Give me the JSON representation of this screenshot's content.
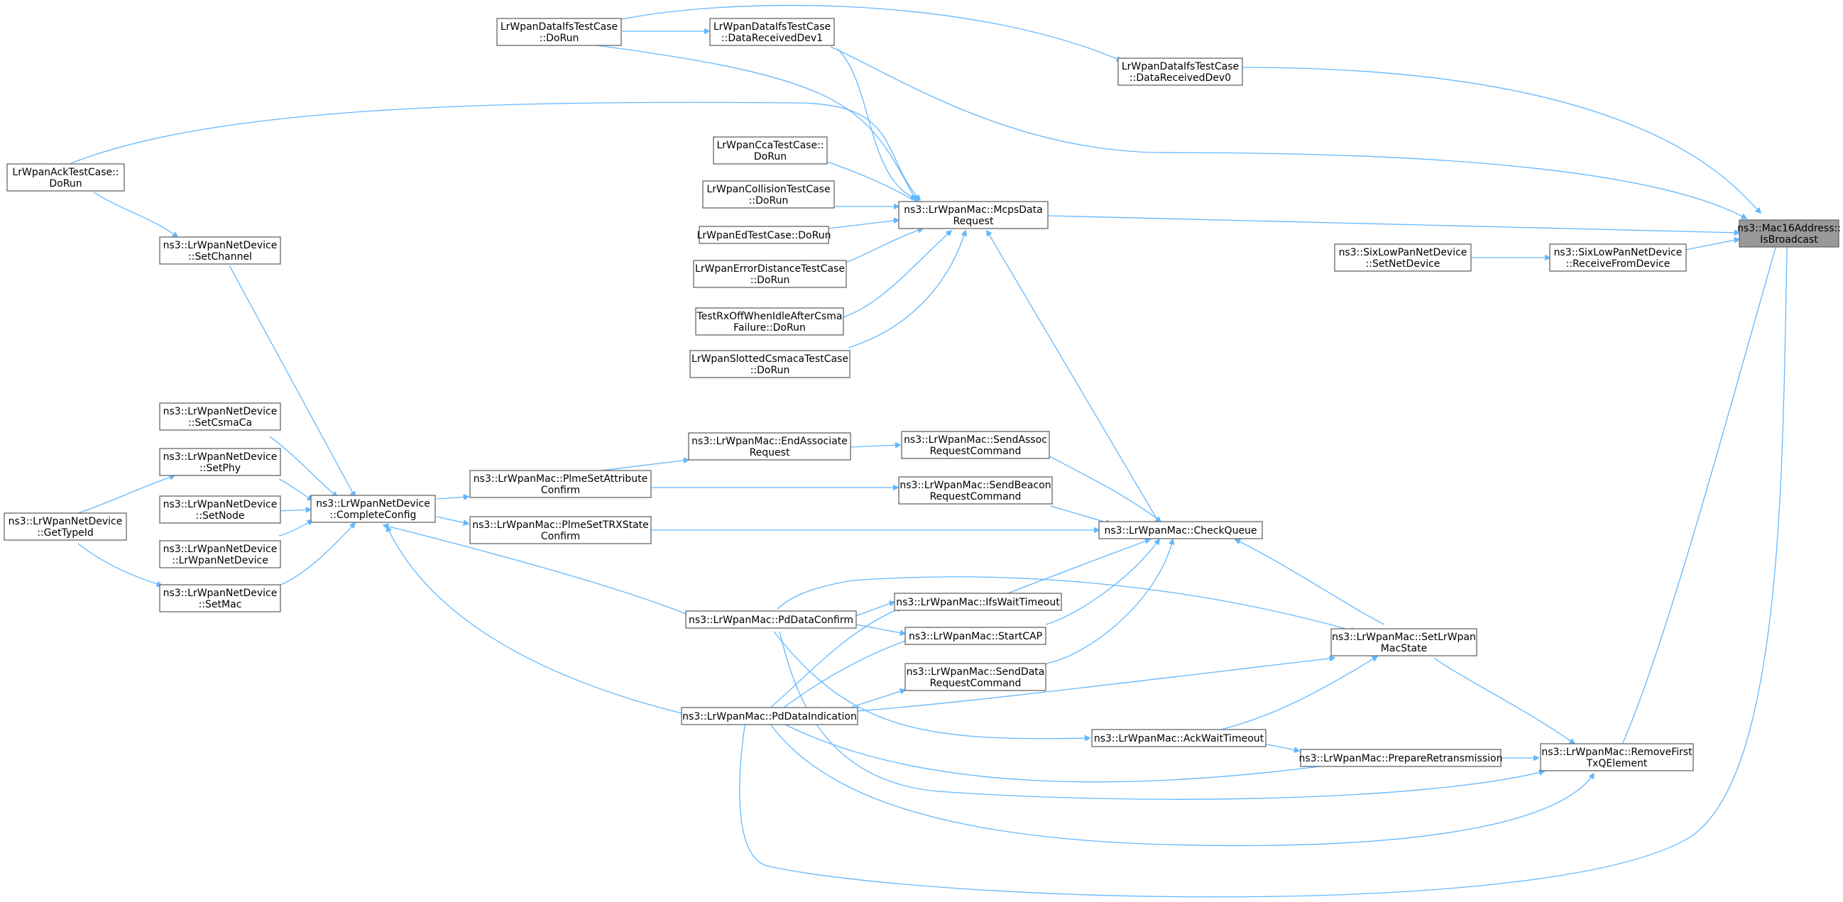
{
  "diagram": {
    "nodes": [
      {
        "id": "isbroadcast",
        "lines": [
          "ns3::Mac16Address::",
          "IsBroadcast"
        ],
        "root": true
      },
      {
        "id": "recvdev0",
        "lines": [
          "LrWpanDataIfsTestCase",
          "::DataReceivedDev0"
        ]
      },
      {
        "id": "ifs_dorun",
        "lines": [
          "LrWpanDataIfsTestCase",
          "::DoRun"
        ]
      },
      {
        "id": "recvdev1",
        "lines": [
          "LrWpanDataIfsTestCase",
          "::DataReceivedDev1"
        ]
      },
      {
        "id": "mcpsdata",
        "lines": [
          "ns3::LrWpanMac::McpsData",
          "Request"
        ]
      },
      {
        "id": "ack_dorun",
        "lines": [
          "LrWpanAckTestCase::",
          "DoRun"
        ]
      },
      {
        "id": "cca_dorun",
        "lines": [
          "LrWpanCcaTestCase::",
          "DoRun"
        ]
      },
      {
        "id": "collision_dorun",
        "lines": [
          "LrWpanCollisionTestCase",
          "::DoRun"
        ]
      },
      {
        "id": "ed_dorun",
        "lines": [
          "LrWpanEdTestCase::DoRun"
        ]
      },
      {
        "id": "errdist_dorun",
        "lines": [
          "LrWpanErrorDistanceTestCase",
          "::DoRun"
        ]
      },
      {
        "id": "rxoff_dorun",
        "lines": [
          "TestRxOffWhenIdleAfterCsma",
          "Failure::DoRun"
        ]
      },
      {
        "id": "slotted_dorun",
        "lines": [
          "LrWpanSlottedCsmacaTestCase",
          "::DoRun"
        ]
      },
      {
        "id": "sixlow_setnetdev",
        "lines": [
          "ns3::SixLowPanNetDevice",
          "::SetNetDevice"
        ]
      },
      {
        "id": "sixlow_recv",
        "lines": [
          "ns3::SixLowPanNetDevice",
          "::ReceiveFromDevice"
        ]
      },
      {
        "id": "setchannel",
        "lines": [
          "ns3::LrWpanNetDevice",
          "::SetChannel"
        ]
      },
      {
        "id": "setcsmaca",
        "lines": [
          "ns3::LrWpanNetDevice",
          "::SetCsmaCa"
        ]
      },
      {
        "id": "setphy",
        "lines": [
          "ns3::LrWpanNetDevice",
          "::SetPhy"
        ]
      },
      {
        "id": "gettypeid",
        "lines": [
          "ns3::LrWpanNetDevice",
          "::GetTypeId"
        ]
      },
      {
        "id": "setnode",
        "lines": [
          "ns3::LrWpanNetDevice",
          "::SetNode"
        ]
      },
      {
        "id": "ctor",
        "lines": [
          "ns3::LrWpanNetDevice",
          "::LrWpanNetDevice"
        ]
      },
      {
        "id": "setmac",
        "lines": [
          "ns3::LrWpanNetDevice",
          "::SetMac"
        ]
      },
      {
        "id": "completeconfig",
        "lines": [
          "ns3::LrWpanNetDevice",
          "::CompleteConfig"
        ]
      },
      {
        "id": "endassoc",
        "lines": [
          "ns3::LrWpanMac::EndAssociate",
          "Request"
        ]
      },
      {
        "id": "plmesetattr",
        "lines": [
          "ns3::LrWpanMac::PlmeSetAttribute",
          "Confirm"
        ]
      },
      {
        "id": "plmesettrx",
        "lines": [
          "ns3::LrWpanMac::PlmeSetTRXState",
          "Confirm"
        ]
      },
      {
        "id": "sendassoc",
        "lines": [
          "ns3::LrWpanMac::SendAssoc",
          "RequestCommand"
        ]
      },
      {
        "id": "sendbeacon",
        "lines": [
          "ns3::LrWpanMac::SendBeacon",
          "RequestCommand"
        ]
      },
      {
        "id": "checkqueue",
        "lines": [
          "ns3::LrWpanMac::CheckQueue"
        ]
      },
      {
        "id": "ifswait",
        "lines": [
          "ns3::LrWpanMac::IfsWaitTimeout"
        ]
      },
      {
        "id": "pddataconfirm",
        "lines": [
          "ns3::LrWpanMac::PdDataConfirm"
        ]
      },
      {
        "id": "startcap",
        "lines": [
          "ns3::LrWpanMac::StartCAP"
        ]
      },
      {
        "id": "senddata",
        "lines": [
          "ns3::LrWpanMac::SendData",
          "RequestCommand"
        ]
      },
      {
        "id": "pddataind",
        "lines": [
          "ns3::LrWpanMac::PdDataIndication"
        ]
      },
      {
        "id": "setstate",
        "lines": [
          "ns3::LrWpanMac::SetLrWpan",
          "MacState"
        ]
      },
      {
        "id": "ackwait",
        "lines": [
          "ns3::LrWpanMac::AckWaitTimeout"
        ]
      },
      {
        "id": "prepretrans",
        "lines": [
          "ns3::LrWpanMac::PrepareRetransmission"
        ]
      },
      {
        "id": "removefirst",
        "lines": [
          "ns3::LrWpanMac::RemoveFirst",
          "TxQElement"
        ]
      }
    ]
  }
}
